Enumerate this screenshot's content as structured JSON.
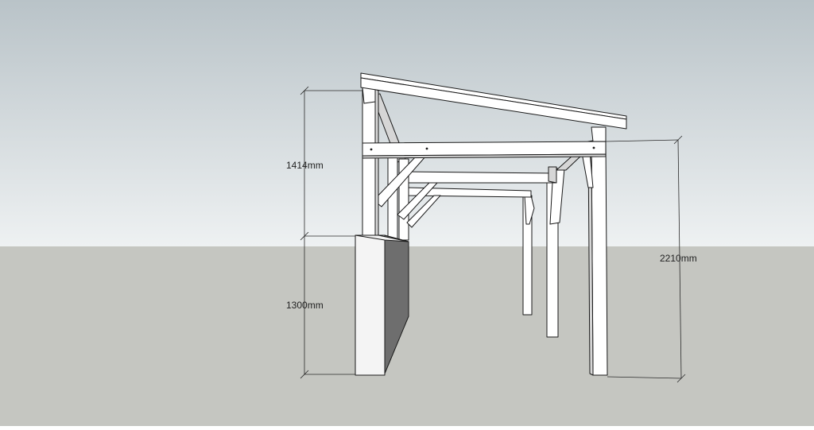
{
  "scene": {
    "sky_top": "#b9c3c8",
    "sky_bottom": "#eef1f2",
    "ground": "#c5c6c1",
    "frame_fill": "#ffffff",
    "frame_shade": "#d6d6d6",
    "frame_stroke": "#1a1a1a",
    "wall_front": "#6e6e6e",
    "wall_side": "#f4f4f4"
  },
  "dimensions": {
    "upper_height": "1414mm",
    "wall_height": "1300mm",
    "post_height": "2210mm"
  }
}
